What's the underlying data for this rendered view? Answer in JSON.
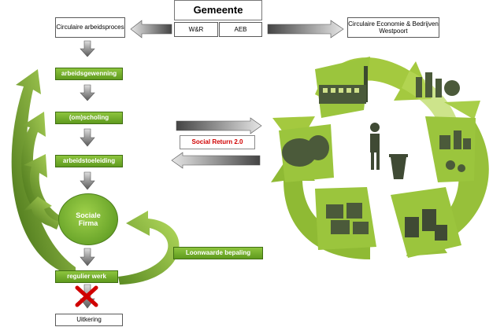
{
  "header": {
    "title": "Gemeente",
    "sub_left": "W&R",
    "sub_right": "AEB"
  },
  "left_top_box": "Circulaire arbeidsproces",
  "right_top_box": "Circulaire Economie & Bedrijven Westpoort",
  "steps": {
    "step1": "arbeidsgewenning",
    "step2": "(om)scholing",
    "step3": "arbeidstoeleiding",
    "circle": "Sociale Firma",
    "step4": "regulier werk",
    "end": "Uitkering"
  },
  "side_label": "Loonwaarde bepaling",
  "social_return": "Social Return 2.0",
  "colors": {
    "green_dark": "#4c7a17",
    "green_light": "#a6d04f",
    "recycle_green": "#9fc43a",
    "red": "#d00000"
  }
}
